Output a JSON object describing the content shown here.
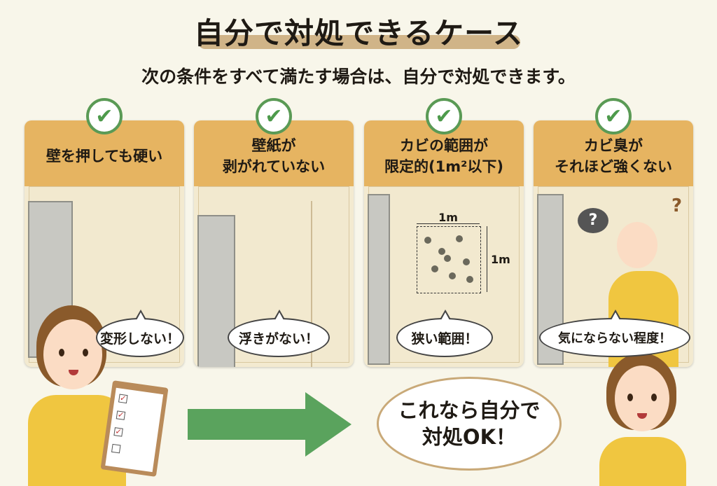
{
  "title": "自分で対処できるケース",
  "subtitle": "次の条件をすべて満たす場合は、自分で対処できます。",
  "cards": [
    {
      "heading": "壁を押しても硬い",
      "bubble": "変形しない！"
    },
    {
      "heading": "壁紙が\n剥がれていない",
      "bubble": "浮きがない！"
    },
    {
      "heading": "カビの範囲が\n限定的(1m²以下)",
      "bubble": "狭い範囲！",
      "width_label": "1m",
      "height_label": "1m"
    },
    {
      "heading": "カビ臭が\nそれほど強くない",
      "bubble": "気にならない程度！",
      "question_mark": "?"
    }
  ],
  "check_icon": "✔",
  "conclusion": {
    "line1": "これなら自分で",
    "line2": "対処OK！"
  },
  "colors": {
    "header": "#e6b461",
    "check": "#5a9a55",
    "arrow": "#5aa35d",
    "background": "#f8f6ea"
  }
}
